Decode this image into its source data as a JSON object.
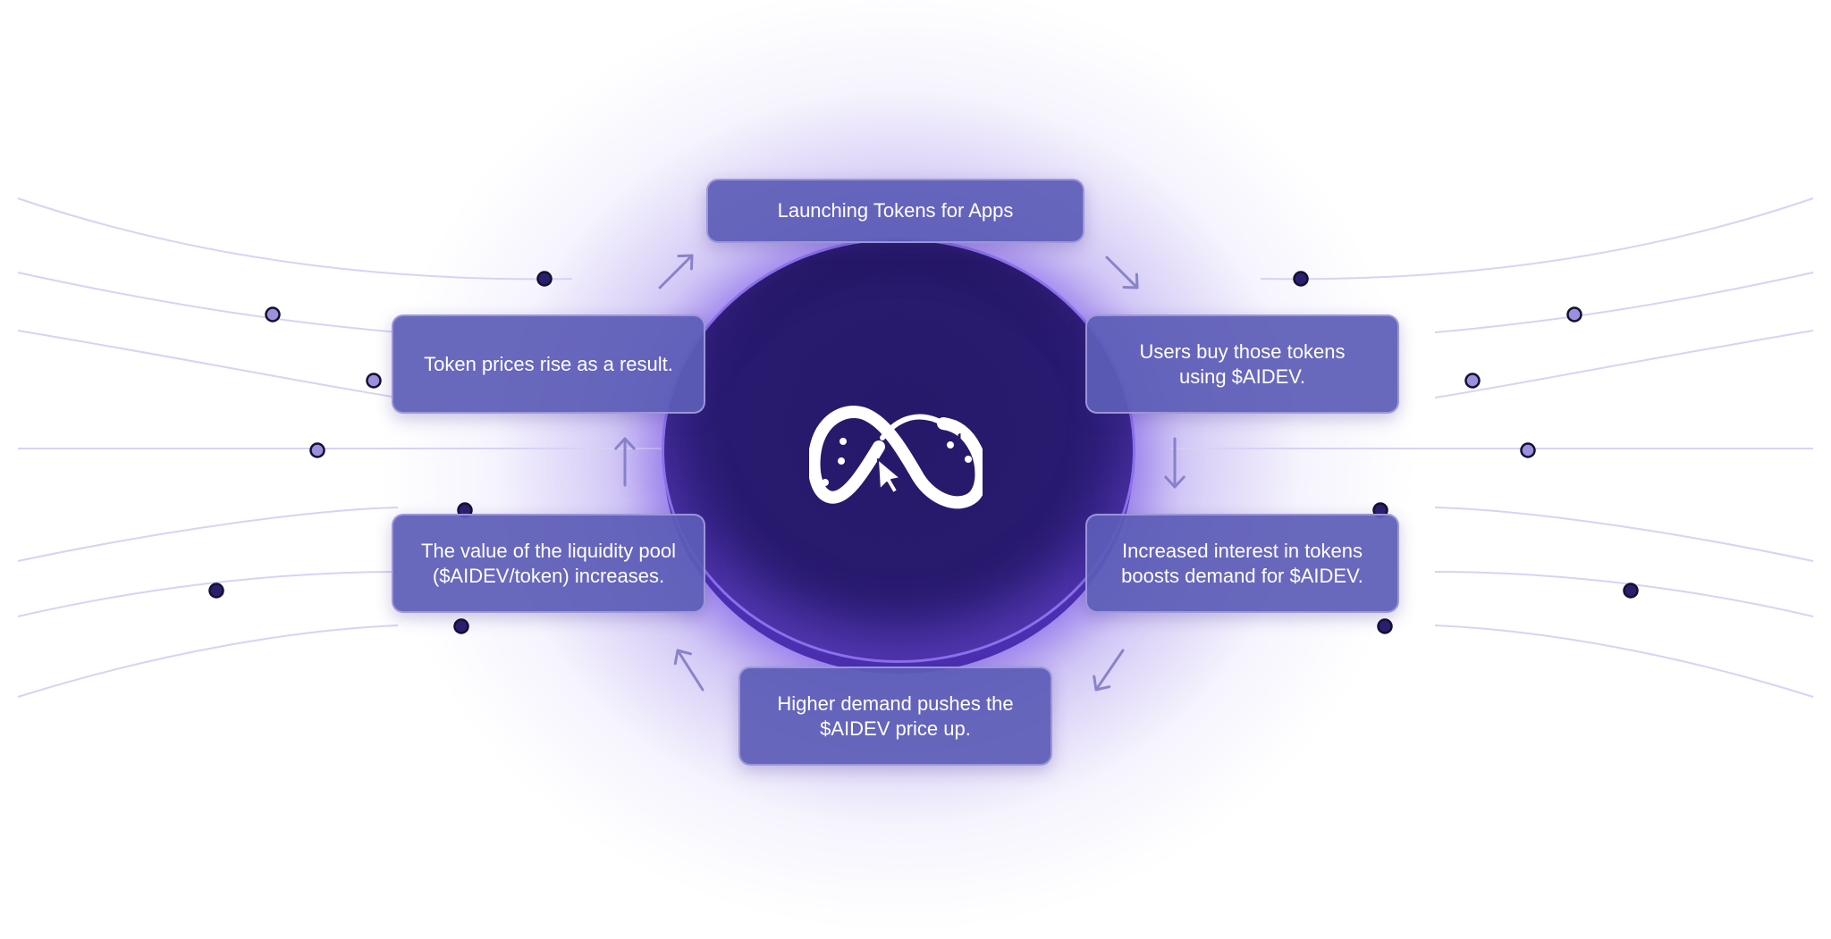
{
  "colors": {
    "hub": "#2a1a6e",
    "card": "#5d5db7",
    "arrow": "#8a85c9",
    "line": "#d7d3f3",
    "dot_dark": "#2a1f6e",
    "dot_light": "#9b90dd",
    "dot_stroke": "#111133"
  },
  "logo": {
    "icon": "infinity-circuit-cursor-logo"
  },
  "cycle": {
    "steps": [
      {
        "lines": [
          "Launching Tokens for Apps"
        ]
      },
      {
        "lines": [
          "Users buy those tokens",
          "using $AIDEV."
        ]
      },
      {
        "lines": [
          "Increased interest in tokens",
          "boosts demand for $AIDEV."
        ]
      },
      {
        "lines": [
          "Higher demand pushes the",
          "$AIDEV price up."
        ]
      },
      {
        "lines": [
          "The value of the liquidity pool",
          "($AIDEV/token) increases."
        ]
      },
      {
        "lines": [
          "Token prices rise as a result."
        ]
      }
    ],
    "arrows": [
      {
        "from": 0,
        "to": 1,
        "icon": "arrow-down-right-icon"
      },
      {
        "from": 1,
        "to": 2,
        "icon": "arrow-down-icon"
      },
      {
        "from": 2,
        "to": 3,
        "icon": "arrow-down-left-icon"
      },
      {
        "from": 3,
        "to": 4,
        "icon": "arrow-up-left-icon"
      },
      {
        "from": 4,
        "to": 5,
        "icon": "arrow-up-icon"
      },
      {
        "from": 5,
        "to": 0,
        "icon": "arrow-up-right-icon"
      }
    ]
  }
}
